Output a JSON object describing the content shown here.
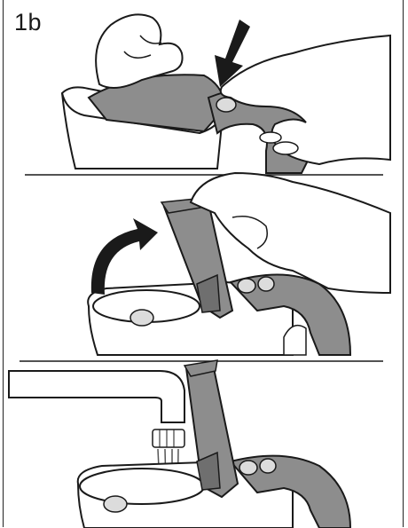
{
  "step_label": "1b",
  "colors": {
    "metal_gray": "#8d8d8d",
    "light_gray": "#dcdcdc",
    "dark_gray": "#6f6f6f",
    "outline": "#1a1a1a",
    "background": "#ffffff"
  },
  "panels": [
    {
      "name": "press-release-button",
      "arrow": "down"
    },
    {
      "name": "lift-lid-open",
      "arrow": "curved-up"
    },
    {
      "name": "fill-from-tap",
      "arrow": "none"
    }
  ]
}
